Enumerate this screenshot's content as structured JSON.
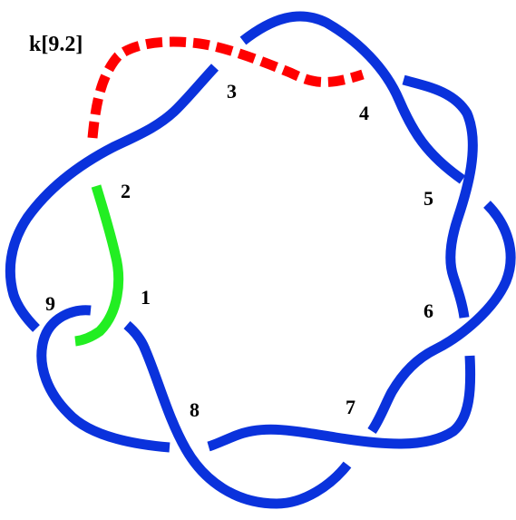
{
  "title": "k[9.2]",
  "crossing_labels": [
    "1",
    "2",
    "3",
    "4",
    "5",
    "6",
    "7",
    "8",
    "9"
  ],
  "colors": {
    "main_strand": "#0a32dc",
    "dashed_strand": "#ff0000",
    "highlight_strand": "#22ee22",
    "text": "#000000"
  }
}
